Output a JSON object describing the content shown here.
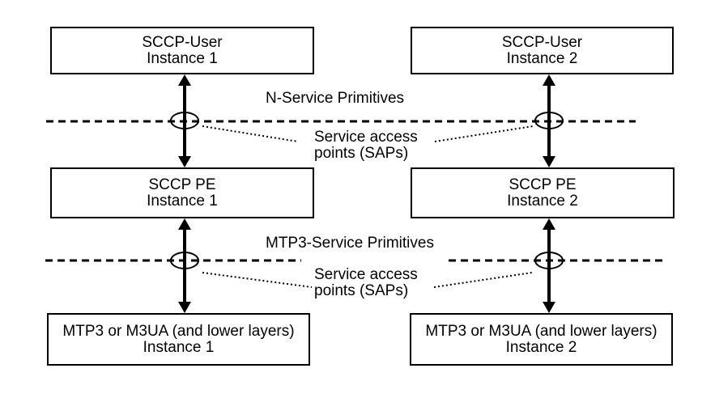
{
  "diagram": {
    "boxes": {
      "sccp_user_1": {
        "line1": "SCCP-User",
        "line2": "Instance 1"
      },
      "sccp_user_2": {
        "line1": "SCCP-User",
        "line2": "Instance 2"
      },
      "sccp_pe_1": {
        "line1": "SCCP PE",
        "line2": "Instance 1"
      },
      "sccp_pe_2": {
        "line1": "SCCP PE",
        "line2": "Instance 2"
      },
      "mtp3_1": {
        "line1": "MTP3 or M3UA (and lower layers)",
        "line2": "Instance 1"
      },
      "mtp3_2": {
        "line1": "MTP3 or M3UA (and lower layers)",
        "line2": "Instance 2"
      }
    },
    "labels": {
      "n_service_primitives": "N-Service Primitives",
      "sap_top": {
        "line1": "Service access",
        "line2": "points (SAPs)"
      },
      "mtp3_service_primitives": "MTP3-Service Primitives",
      "sap_bottom": {
        "line1": "Service access",
        "line2": "points (SAPs)"
      }
    },
    "colors": {
      "line": "#000000",
      "background": "#ffffff",
      "box_fill": "#ffffff"
    }
  }
}
